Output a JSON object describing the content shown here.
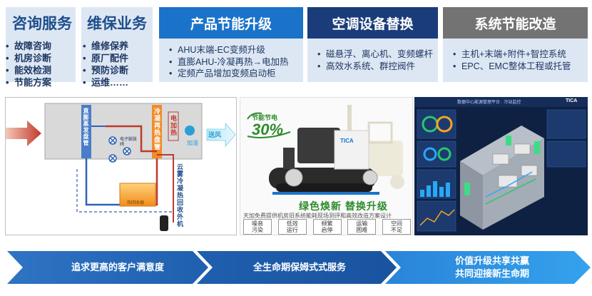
{
  "consult": {
    "title": "咨询服务",
    "items": [
      "故障咨询",
      "机房诊断",
      "能效检测",
      "节能方案"
    ]
  },
  "maintain": {
    "title": "维保业务",
    "items": [
      "维修保养",
      "原厂配件",
      "预防诊断",
      "运维……"
    ]
  },
  "product": {
    "title": "产品节能升级",
    "items": [
      "AHU末端-EC变频升级",
      "直膨AHU-冷凝再热→电加热",
      "定频产品增加变频启动柜"
    ]
  },
  "ac": {
    "title": "空调设备替换",
    "items": [
      "磁悬浮、离心机、变频螺杆",
      "高效水系统、群控阀件"
    ]
  },
  "system": {
    "title": "系统节能改造",
    "items": [
      "主机+末端+附件+智控系统",
      "EPC、EMC整体工程或托管"
    ]
  },
  "schematic": {
    "coil_label": "直膨蒸发盘管",
    "reheat_label": "冷凝再热盘管",
    "valve_label": "电子膨胀阀",
    "heater_label": "电加热",
    "humid_label": "加湿",
    "supply_label": "送风",
    "unit_label": "热回收器",
    "outdoor_label": "云雾冷凝热回收外机"
  },
  "machine": {
    "badge_text": "节能节电",
    "badge_value": "30%",
    "brand": "TICA",
    "slogan": "绿色焕新  替换升级",
    "note": "天加免费提供机房旧系统能耗现场测评和高效改造方案设计",
    "tags": [
      [
        "噪音",
        "污染"
      ],
      [
        "低效",
        "运行"
      ],
      [
        "频繁",
        "启停"
      ],
      [
        "运输",
        "困难"
      ],
      [
        "空间",
        "不足"
      ]
    ]
  },
  "monitor": {
    "title": "数据中心能源管理平台 · 冷站监控",
    "logo": "TICA"
  },
  "bottom": {
    "stage1": "追求更高的客户满意度",
    "stage2": "全生命期保姆式式服务",
    "stage3_line1": "价值升级共享共赢",
    "stage3_line2": "共同迎接新生命期"
  },
  "colors": {
    "light_band": "#dde7f3",
    "blue": "#1a73c9",
    "navy": "#1a3c7a",
    "gray": "#737373",
    "text_dark": "#1f3864"
  }
}
